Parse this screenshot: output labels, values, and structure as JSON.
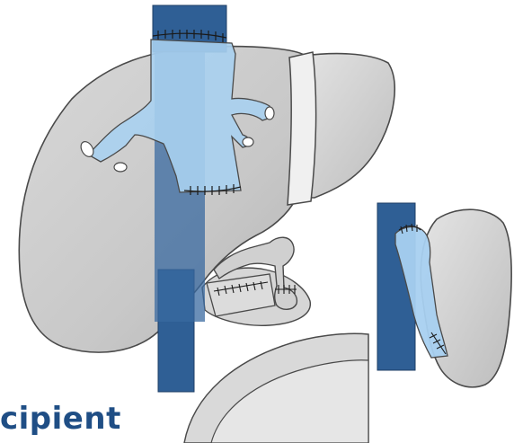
{
  "caption": "cipient",
  "colors": {
    "vena_cava": "#2f5f95",
    "graft_vessel": "#a8d0f0",
    "liver": "#cfcfcf",
    "outline": "#4a4a4a",
    "caption": "#1f4e85"
  },
  "icons": [
    "liver-shape",
    "vena-cava",
    "hepatic-vein-graft",
    "suture-line",
    "portal-vein",
    "split-liver-graft"
  ]
}
